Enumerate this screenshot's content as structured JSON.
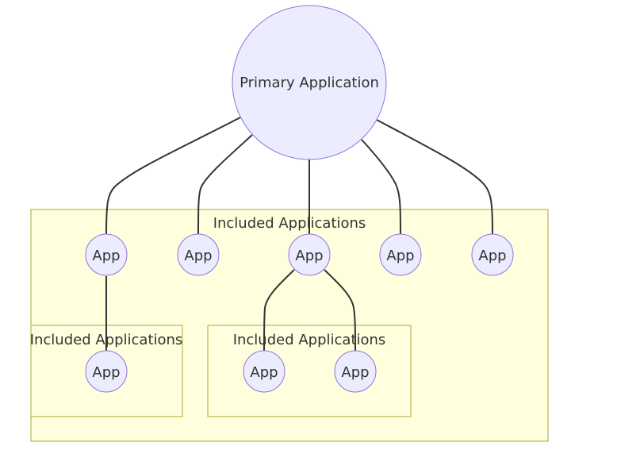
{
  "diagram": {
    "root": {
      "label": "Primary Application"
    },
    "clusters": {
      "outer": {
        "label": "Included Applications"
      },
      "left": {
        "label": "Included Applications"
      },
      "center": {
        "label": "Included Applications"
      }
    },
    "apps": [
      {
        "label": "App"
      },
      {
        "label": "App"
      },
      {
        "label": "App"
      },
      {
        "label": "App"
      },
      {
        "label": "App"
      },
      {
        "label": "App"
      },
      {
        "label": "App"
      },
      {
        "label": "App"
      }
    ]
  },
  "colors": {
    "node_fill": "#ececff",
    "node_stroke": "#9370db",
    "cluster_fill": "#ffffde",
    "cluster_stroke": "#aaaa33",
    "edge": "#333333",
    "text": "#333333"
  }
}
